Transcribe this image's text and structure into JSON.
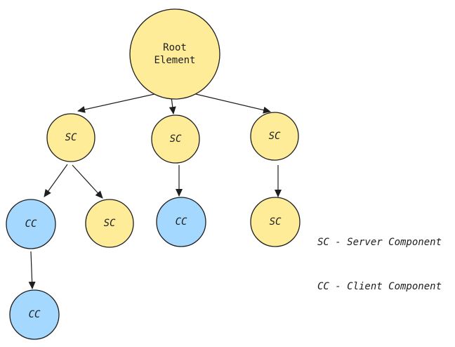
{
  "colors": {
    "server": "#ffec99",
    "client": "#a5d8ff",
    "stroke": "#1e1e1e"
  },
  "nodes": [
    {
      "id": "root",
      "label": [
        "Root",
        "Element"
      ],
      "kind": "server"
    },
    {
      "id": "l1a",
      "label": [
        "SC"
      ],
      "kind": "server"
    },
    {
      "id": "l1b",
      "label": [
        "SC"
      ],
      "kind": "server"
    },
    {
      "id": "l1c",
      "label": [
        "SC"
      ],
      "kind": "server"
    },
    {
      "id": "l2a",
      "label": [
        "CC"
      ],
      "kind": "client"
    },
    {
      "id": "l2b",
      "label": [
        "SC"
      ],
      "kind": "server"
    },
    {
      "id": "l2c",
      "label": [
        "CC"
      ],
      "kind": "client"
    },
    {
      "id": "l2d",
      "label": [
        "SC"
      ],
      "kind": "server"
    },
    {
      "id": "l3a",
      "label": [
        "CC"
      ],
      "kind": "client"
    }
  ],
  "edges": [
    {
      "from": "root",
      "to": "l1a"
    },
    {
      "from": "root",
      "to": "l1b"
    },
    {
      "from": "root",
      "to": "l1c"
    },
    {
      "from": "l1a",
      "to": "l2a"
    },
    {
      "from": "l1a",
      "to": "l2b"
    },
    {
      "from": "l1b",
      "to": "l2c"
    },
    {
      "from": "l1c",
      "to": "l2d"
    },
    {
      "from": "l2a",
      "to": "l3a"
    }
  ],
  "legend": {
    "server": "SC - Server Component",
    "client": "CC - Client Component"
  }
}
